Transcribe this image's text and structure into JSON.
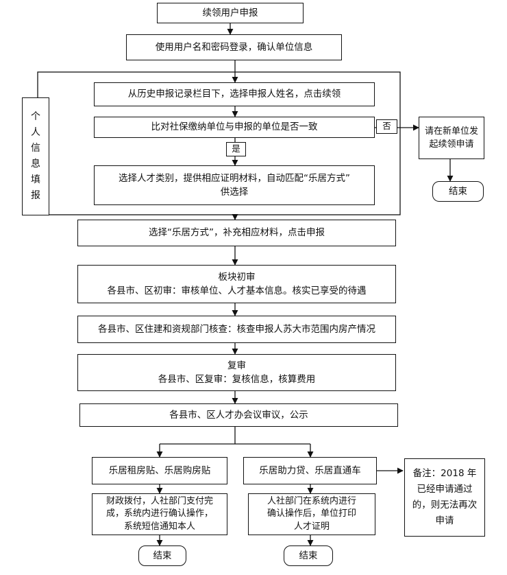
{
  "diagram": {
    "start": "续领用户申报",
    "login": "使用用户名和密码登录，确认单位信息",
    "side_label": [
      "个",
      "人",
      "信",
      "息",
      "填",
      "报"
    ],
    "history": "从历史申报记录栏目下，选择申报人姓名，点击续领",
    "compare": "比对社保缴纳单位与申报的单位是否一致",
    "no_label": "否",
    "yes_label": "是",
    "new_unit": [
      "请在新单位发",
      "起续领申请"
    ],
    "end_labels": [
      "结束",
      "结束",
      "结束"
    ],
    "select_category": [
      "选择人才类别，提供相应证明材料，自动匹配“乐居方式”",
      "供选择"
    ],
    "select_method": "选择“乐居方式”，补充相应材料，点击申报",
    "initial_review": [
      "板块初审",
      "各县市、区初审：审核单位、人才基本信息。核实已享受的待遇"
    ],
    "housing_check": "各县市、区住建和资规部门核查：核查申报人苏大市范围内房产情况",
    "re_review": [
      "复审",
      "各县市、区复审：复核信息，核算费用"
    ],
    "meeting": "各县市、区人才办会议审议，公示",
    "rent_buy": "乐居租房贴、乐居购房贴",
    "finance": [
      "财政拨付，人社部门支付完",
      "成，系统内进行确认操作，",
      "系统短信通知本人"
    ],
    "loan_train": "乐居助力贷、乐居直通车",
    "hr_print": [
      "人社部门在系统内进行",
      "确认操作后，单位打印",
      "人才证明"
    ],
    "note": [
      "备注：2018 年",
      "已经申请通过",
      "的，则无法再次",
      "申请"
    ]
  }
}
